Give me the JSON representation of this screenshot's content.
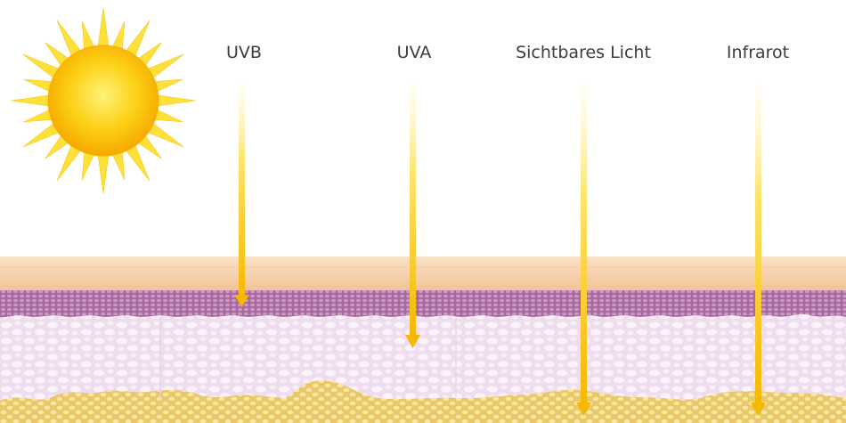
{
  "rays": [
    {
      "key": "uvb",
      "label": "UVB"
    },
    {
      "key": "uva",
      "label": "UVA"
    },
    {
      "key": "visible",
      "label": "Sichtbares Licht"
    },
    {
      "key": "infrared",
      "label": "Infrarot"
    }
  ],
  "colors": {
    "sun_core": "#fcd116",
    "sun_rays": "#fde03a",
    "ray_beam": "#f7c51c",
    "horny_layer": "#f6d3ae",
    "epidermis": "#b987b4",
    "dermis": "#f4e8f3",
    "subcutis": "#f7df8f"
  }
}
